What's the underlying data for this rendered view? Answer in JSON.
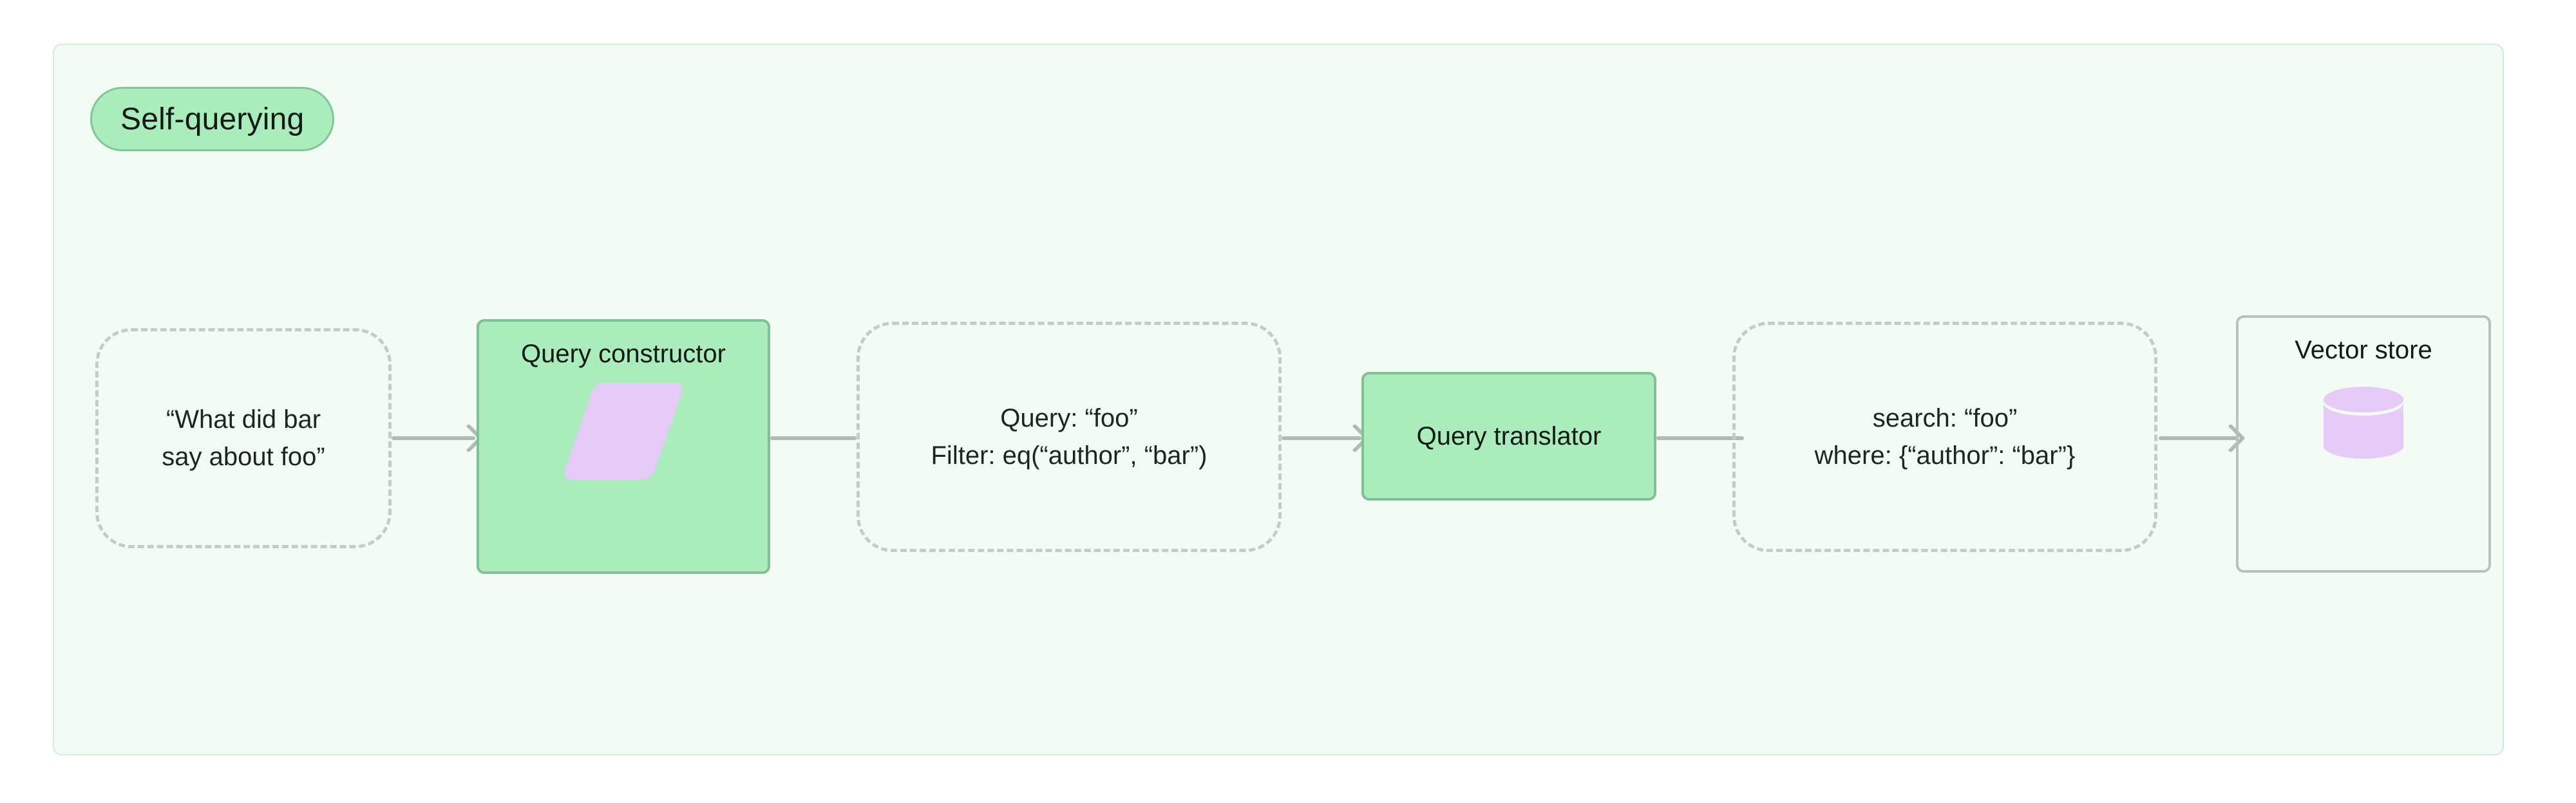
{
  "diagram": {
    "title": "Self-querying",
    "colors": {
      "container_bg": "#f3fbf5",
      "container_border": "#cdeedb",
      "process_fill": "#aaecbb",
      "process_border": "#7fc193",
      "dashed_border": "#c2cdc6",
      "plain_border": "#b8c2bc",
      "icon_purple": "#e6cbf8",
      "edge": "#b4b8b6",
      "text": "#131a15"
    },
    "nodes": [
      {
        "id": "user-question",
        "type": "dashed",
        "lines": [
          "“What did bar",
          "say about foo”"
        ]
      },
      {
        "id": "query-constructor",
        "type": "process",
        "label": "Query constructor",
        "icon": "llm-parallelogram-icon"
      },
      {
        "id": "structured-query",
        "type": "dashed",
        "lines": [
          "Query: “foo”",
          "Filter: eq(“author”, “bar”)"
        ]
      },
      {
        "id": "query-translator",
        "type": "process",
        "label": "Query translator",
        "icon": null
      },
      {
        "id": "native-query",
        "type": "dashed",
        "lines": [
          "search: “foo”",
          "where: {“author”: “bar”}"
        ]
      },
      {
        "id": "vector-store",
        "type": "plain",
        "label": "Vector store",
        "icon": "database-cylinder-icon"
      }
    ],
    "edges": [
      {
        "from": "user-question",
        "to": "query-constructor",
        "arrowhead": true
      },
      {
        "from": "query-constructor",
        "to": "structured-query",
        "arrowhead": false
      },
      {
        "from": "structured-query",
        "to": "query-translator",
        "arrowhead": true
      },
      {
        "from": "query-translator",
        "to": "native-query",
        "arrowhead": false
      },
      {
        "from": "native-query",
        "to": "vector-store",
        "arrowhead": true
      }
    ]
  }
}
